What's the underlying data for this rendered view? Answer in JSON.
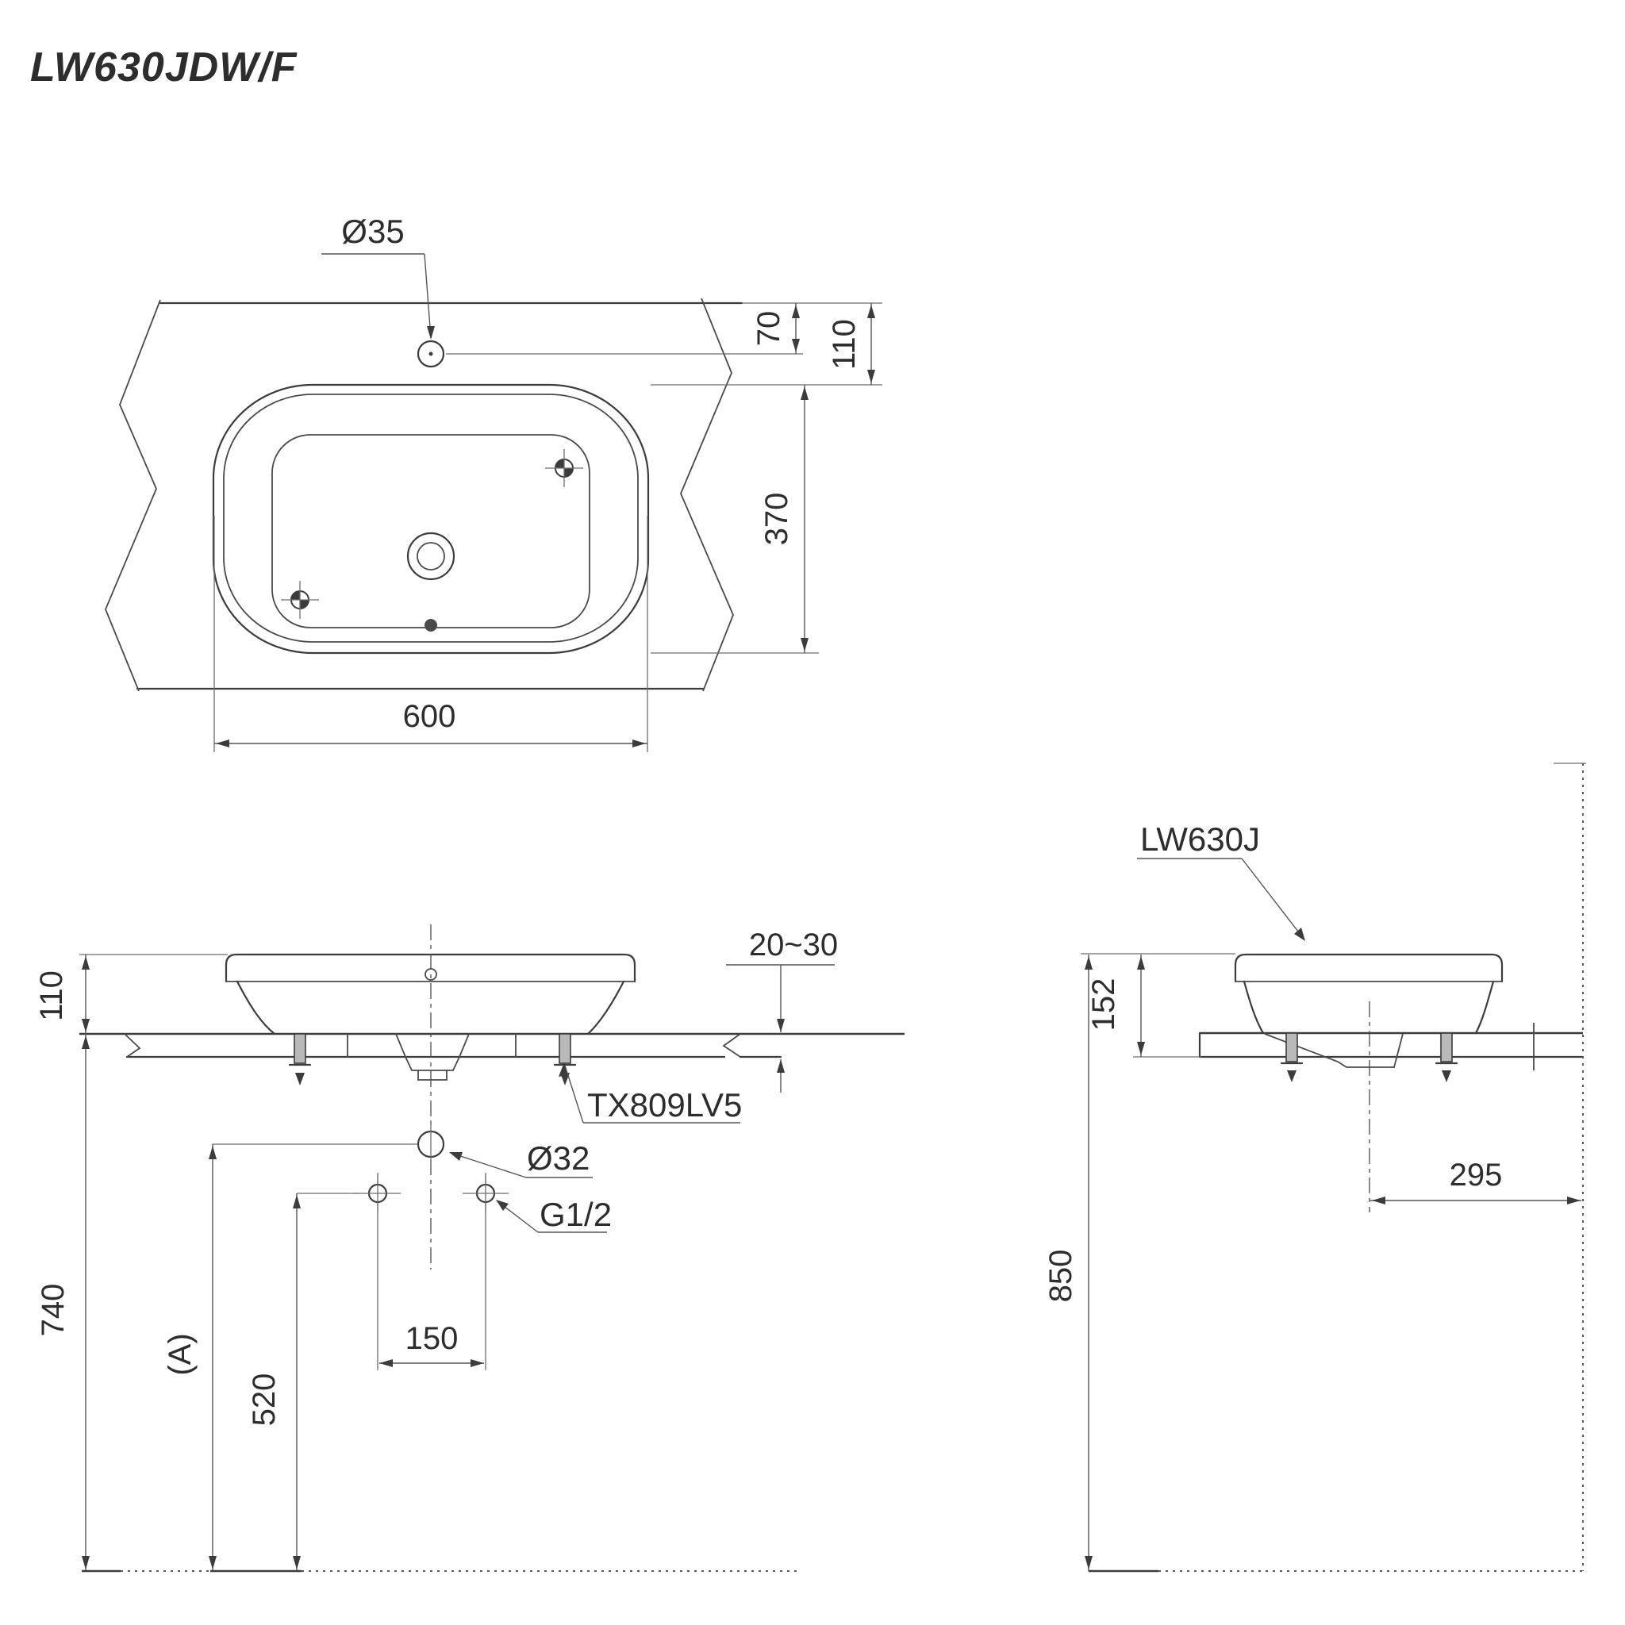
{
  "title": "LW630JDW/F",
  "colors": {
    "background": "#ffffff",
    "line": "#3c3c3c",
    "extension_line": "#6e6e6e",
    "text": "#2d2d2d"
  },
  "top_view": {
    "faucet_hole_dia": "Ø35",
    "hole_offset_from_edge": "70",
    "rim_offset_from_edge": "110",
    "basin_depth": "370",
    "basin_width": "600"
  },
  "front_view": {
    "rim_height_above_counter": "110",
    "counter_thickness": "20~30",
    "drain_fitting_model": "TX809LV5",
    "drain_hole_dia": "Ø32",
    "supply_thread": "G1/2",
    "supply_hole_pitch": "150",
    "supply_height": "520",
    "drain_height_label": "(A)",
    "counter_top_height": "740"
  },
  "side_view": {
    "model": "LW630J",
    "rim_to_counter_bottom": "152",
    "drain_center_to_wall": "295",
    "rim_height_from_floor": "850"
  }
}
